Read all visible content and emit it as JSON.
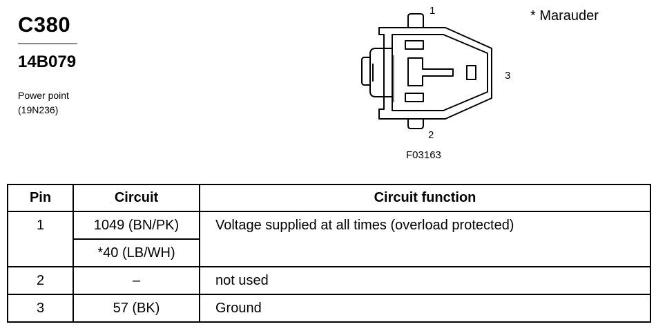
{
  "header": {
    "connector_id": "C380",
    "part_number": "14B079",
    "description_line1": "Power point",
    "description_line2": "(19N236)"
  },
  "note": "* Marauder",
  "figure": {
    "code": "F03163",
    "pin_labels": [
      "1",
      "2",
      "3"
    ]
  },
  "table": {
    "columns": [
      "Pin",
      "Circuit",
      "Circuit function"
    ],
    "rows": [
      {
        "pin": "1",
        "circuits": [
          "1049 (BN/PK)",
          "*40 (LB/WH)"
        ],
        "function": "Voltage supplied at all times (overload protected)"
      },
      {
        "pin": "2",
        "circuits": [
          "–"
        ],
        "function": "not used"
      },
      {
        "pin": "3",
        "circuits": [
          "57 (BK)"
        ],
        "function": "Ground"
      }
    ]
  }
}
